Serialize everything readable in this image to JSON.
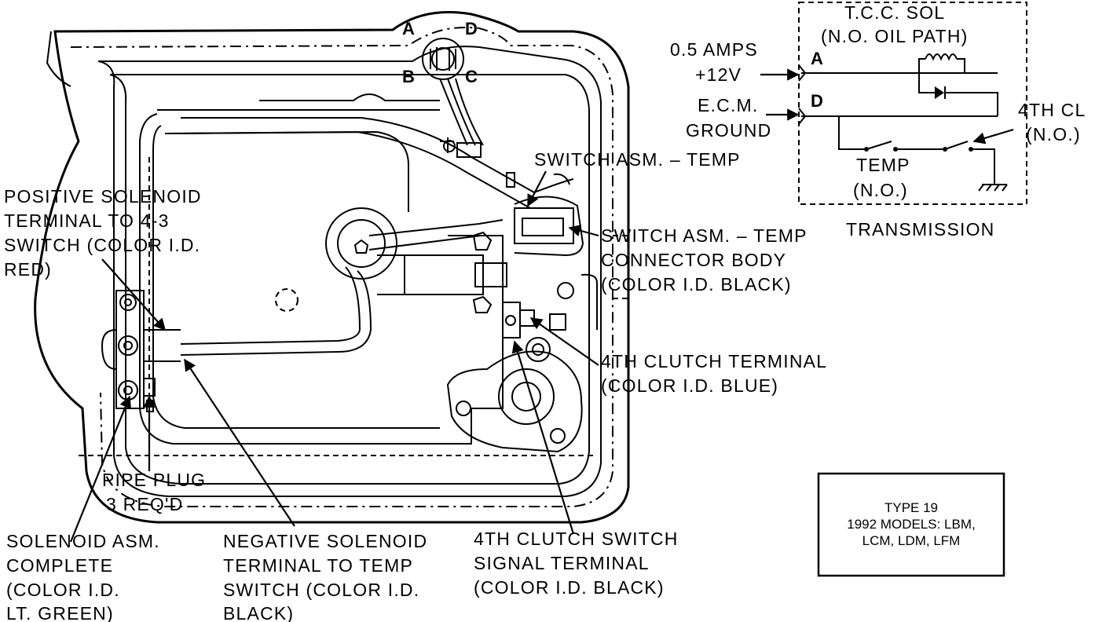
{
  "connector_pins": {
    "a": "A",
    "b": "B",
    "c": "C",
    "d": "D"
  },
  "schematic": {
    "tcc_line1": "T.C.C. SOL",
    "tcc_line2": "(N.O. OIL PATH)",
    "amps_line1": "0.5 AMPS",
    "amps_line2": "+12V",
    "ecm_line1": "E.C.M.",
    "ecm_line2": "GROUND",
    "pin_a": "A",
    "pin_d": "D",
    "fourth_cl_line1": "4TH CL",
    "fourth_cl_line2": "(N.O.)",
    "temp_line1": "TEMP",
    "temp_line2": "(N.O.)"
  },
  "labels": {
    "switch_temp": "SWITCH ASM. – TEMP",
    "positive_solenoid": [
      "POSITIVE SOLENOID",
      "TERMINAL TO 4-3",
      "SWITCH (COLOR I.D.",
      "RED)"
    ],
    "switch_connector": [
      "SWITCH ASM. – TEMP",
      "CONNECTOR BODY",
      "(COLOR I.D. BLACK)"
    ],
    "transmission": "TRANSMISSION",
    "fourth_clutch_terminal": [
      "4TH CLUTCH TERMINAL",
      "(COLOR I.D. BLUE)"
    ],
    "pipe_plug": [
      "PIPE PLUG",
      "3 REQ'D"
    ],
    "solenoid_asm": [
      "SOLENOID ASM.",
      "COMPLETE",
      "(COLOR I.D.",
      "LT. GREEN)"
    ],
    "negative_solenoid": [
      "NEGATIVE SOLENOID",
      "TERMINAL TO TEMP",
      "SWITCH (COLOR I.D.",
      "BLACK)"
    ],
    "fourth_clutch_switch": [
      "4TH CLUTCH SWITCH",
      "SIGNAL TERMINAL",
      "(COLOR I.D. BLACK)"
    ]
  },
  "type_box": {
    "line1": "TYPE 19",
    "line2": "1992 MODELS: LBM,",
    "line3": "LCM, LDM, LFM"
  }
}
